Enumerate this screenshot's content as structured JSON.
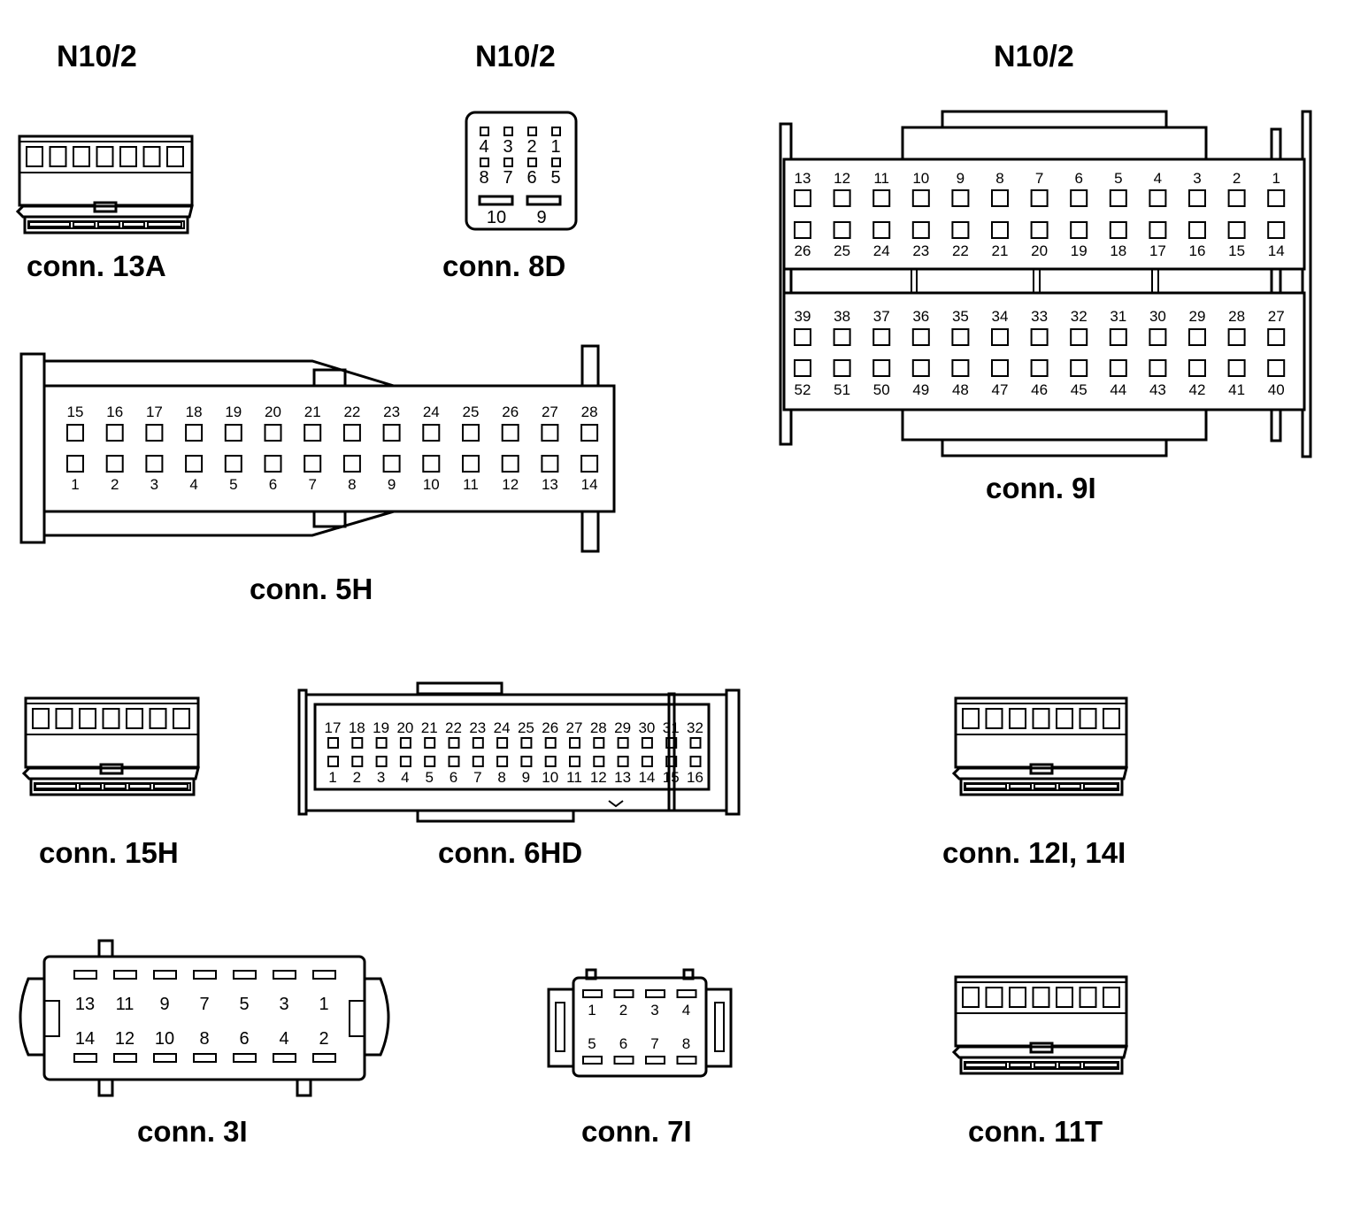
{
  "headers": [
    "N10/2",
    "N10/2",
    "N10/2"
  ],
  "connectors": {
    "c13a": {
      "caption": "conn. 13A"
    },
    "c8d": {
      "caption": "conn. 8D",
      "pins_top": [
        "4",
        "3",
        "2",
        "1"
      ],
      "pins_mid": [
        "8",
        "7",
        "6",
        "5"
      ],
      "pins_bottom": [
        "10",
        "9"
      ]
    },
    "c9i": {
      "caption": "conn. 9I",
      "row1": [
        "13",
        "12",
        "11",
        "10",
        "9",
        "8",
        "7",
        "6",
        "5",
        "4",
        "3",
        "2",
        "1"
      ],
      "row2": [
        "26",
        "25",
        "24",
        "23",
        "22",
        "21",
        "20",
        "19",
        "18",
        "17",
        "16",
        "15",
        "14"
      ],
      "row3": [
        "39",
        "38",
        "37",
        "36",
        "35",
        "34",
        "33",
        "32",
        "31",
        "30",
        "29",
        "28",
        "27"
      ],
      "row4": [
        "52",
        "51",
        "50",
        "49",
        "48",
        "47",
        "46",
        "45",
        "44",
        "43",
        "42",
        "41",
        "40"
      ]
    },
    "c5h": {
      "caption": "conn. 5H",
      "top": [
        "15",
        "16",
        "17",
        "18",
        "19",
        "20",
        "21",
        "22",
        "23",
        "24",
        "25",
        "26",
        "27",
        "28"
      ],
      "bottom": [
        "1",
        "2",
        "3",
        "4",
        "5",
        "6",
        "7",
        "8",
        "9",
        "10",
        "11",
        "12",
        "13",
        "14"
      ]
    },
    "c15h": {
      "caption": "conn. 15H"
    },
    "c6hd": {
      "caption": "conn. 6HD",
      "top": [
        "17",
        "18",
        "19",
        "20",
        "21",
        "22",
        "23",
        "24",
        "25",
        "26",
        "27",
        "28",
        "29",
        "30",
        "31",
        "32"
      ],
      "bottom": [
        "1",
        "2",
        "3",
        "4",
        "5",
        "6",
        "7",
        "8",
        "9",
        "10",
        "11",
        "12",
        "13",
        "14",
        "15",
        "16"
      ]
    },
    "c12i": {
      "caption": "conn. 12I, 14I"
    },
    "c3i": {
      "caption": "conn. 3I",
      "top": [
        "13",
        "11",
        "9",
        "7",
        "5",
        "3",
        "1"
      ],
      "bottom": [
        "14",
        "12",
        "10",
        "8",
        "6",
        "4",
        "2"
      ]
    },
    "c7i": {
      "caption": "conn. 7I",
      "top": [
        "1",
        "2",
        "3",
        "4"
      ],
      "bottom": [
        "5",
        "6",
        "7",
        "8"
      ]
    },
    "c11t": {
      "caption": "conn. 11T"
    }
  }
}
